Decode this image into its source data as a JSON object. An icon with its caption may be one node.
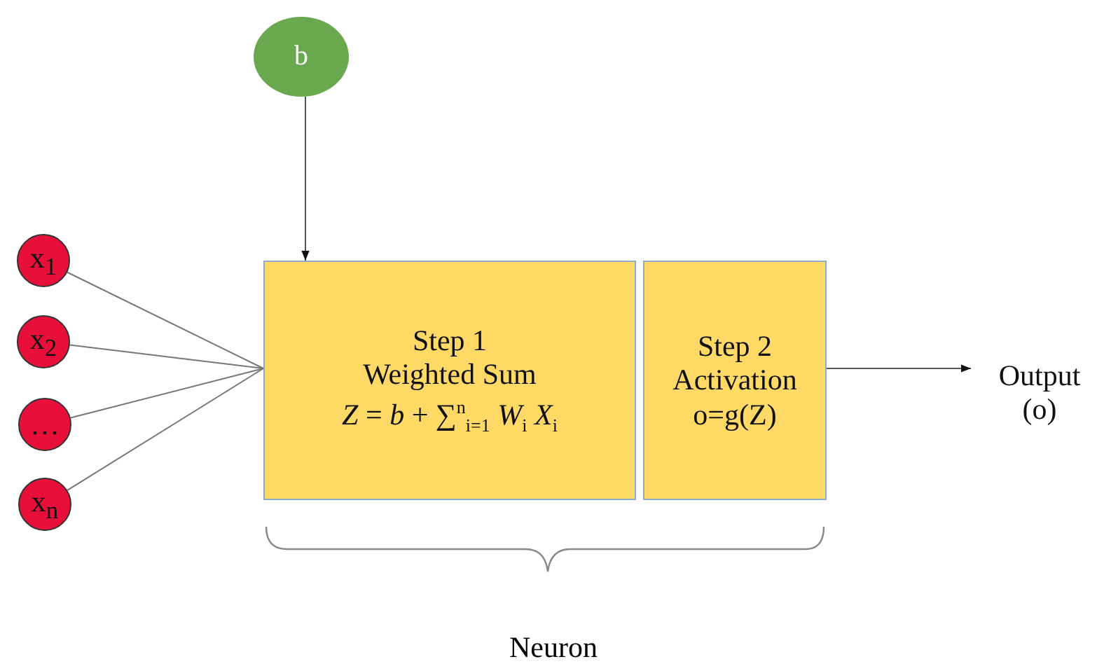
{
  "diagram": {
    "nodes": [
      {
        "text": [
          "b"
        ]
      },
      {
        "text": [
          "x$_{1}$"
        ]
      },
      {
        "text": [
          "x$_{2}$"
        ]
      },
      {
        "text": [
          "…"
        ]
      },
      {
        "text": [
          "x$_{n}$"
        ]
      },
      {
        "text": [
          "Step 1",
          "Weighted Sum",
          "*Z* = *b* + ∑$^{n}$$_{i=1}$ *W*$_{i}$ *X*$_{i}$"
        ]
      },
      {
        "text": [
          "Step 2",
          "Activation",
          "o=g(Z)"
        ]
      },
      {
        "text": [
          "Output (o)"
        ]
      }
    ],
    "edges": [
      {
        "from": 0,
        "to": 5,
        "arrow": "to"
      },
      {
        "from": 1,
        "to": 5,
        "arrow": "none"
      },
      {
        "from": 2,
        "to": 5,
        "arrow": "none"
      },
      {
        "from": 3,
        "to": 5,
        "arrow": "none"
      },
      {
        "from": 4,
        "to": 5,
        "arrow": "none"
      },
      {
        "from": 6,
        "to": 7,
        "arrow": "to"
      }
    ],
    "labels": [
      "Neuron"
    ]
  }
}
